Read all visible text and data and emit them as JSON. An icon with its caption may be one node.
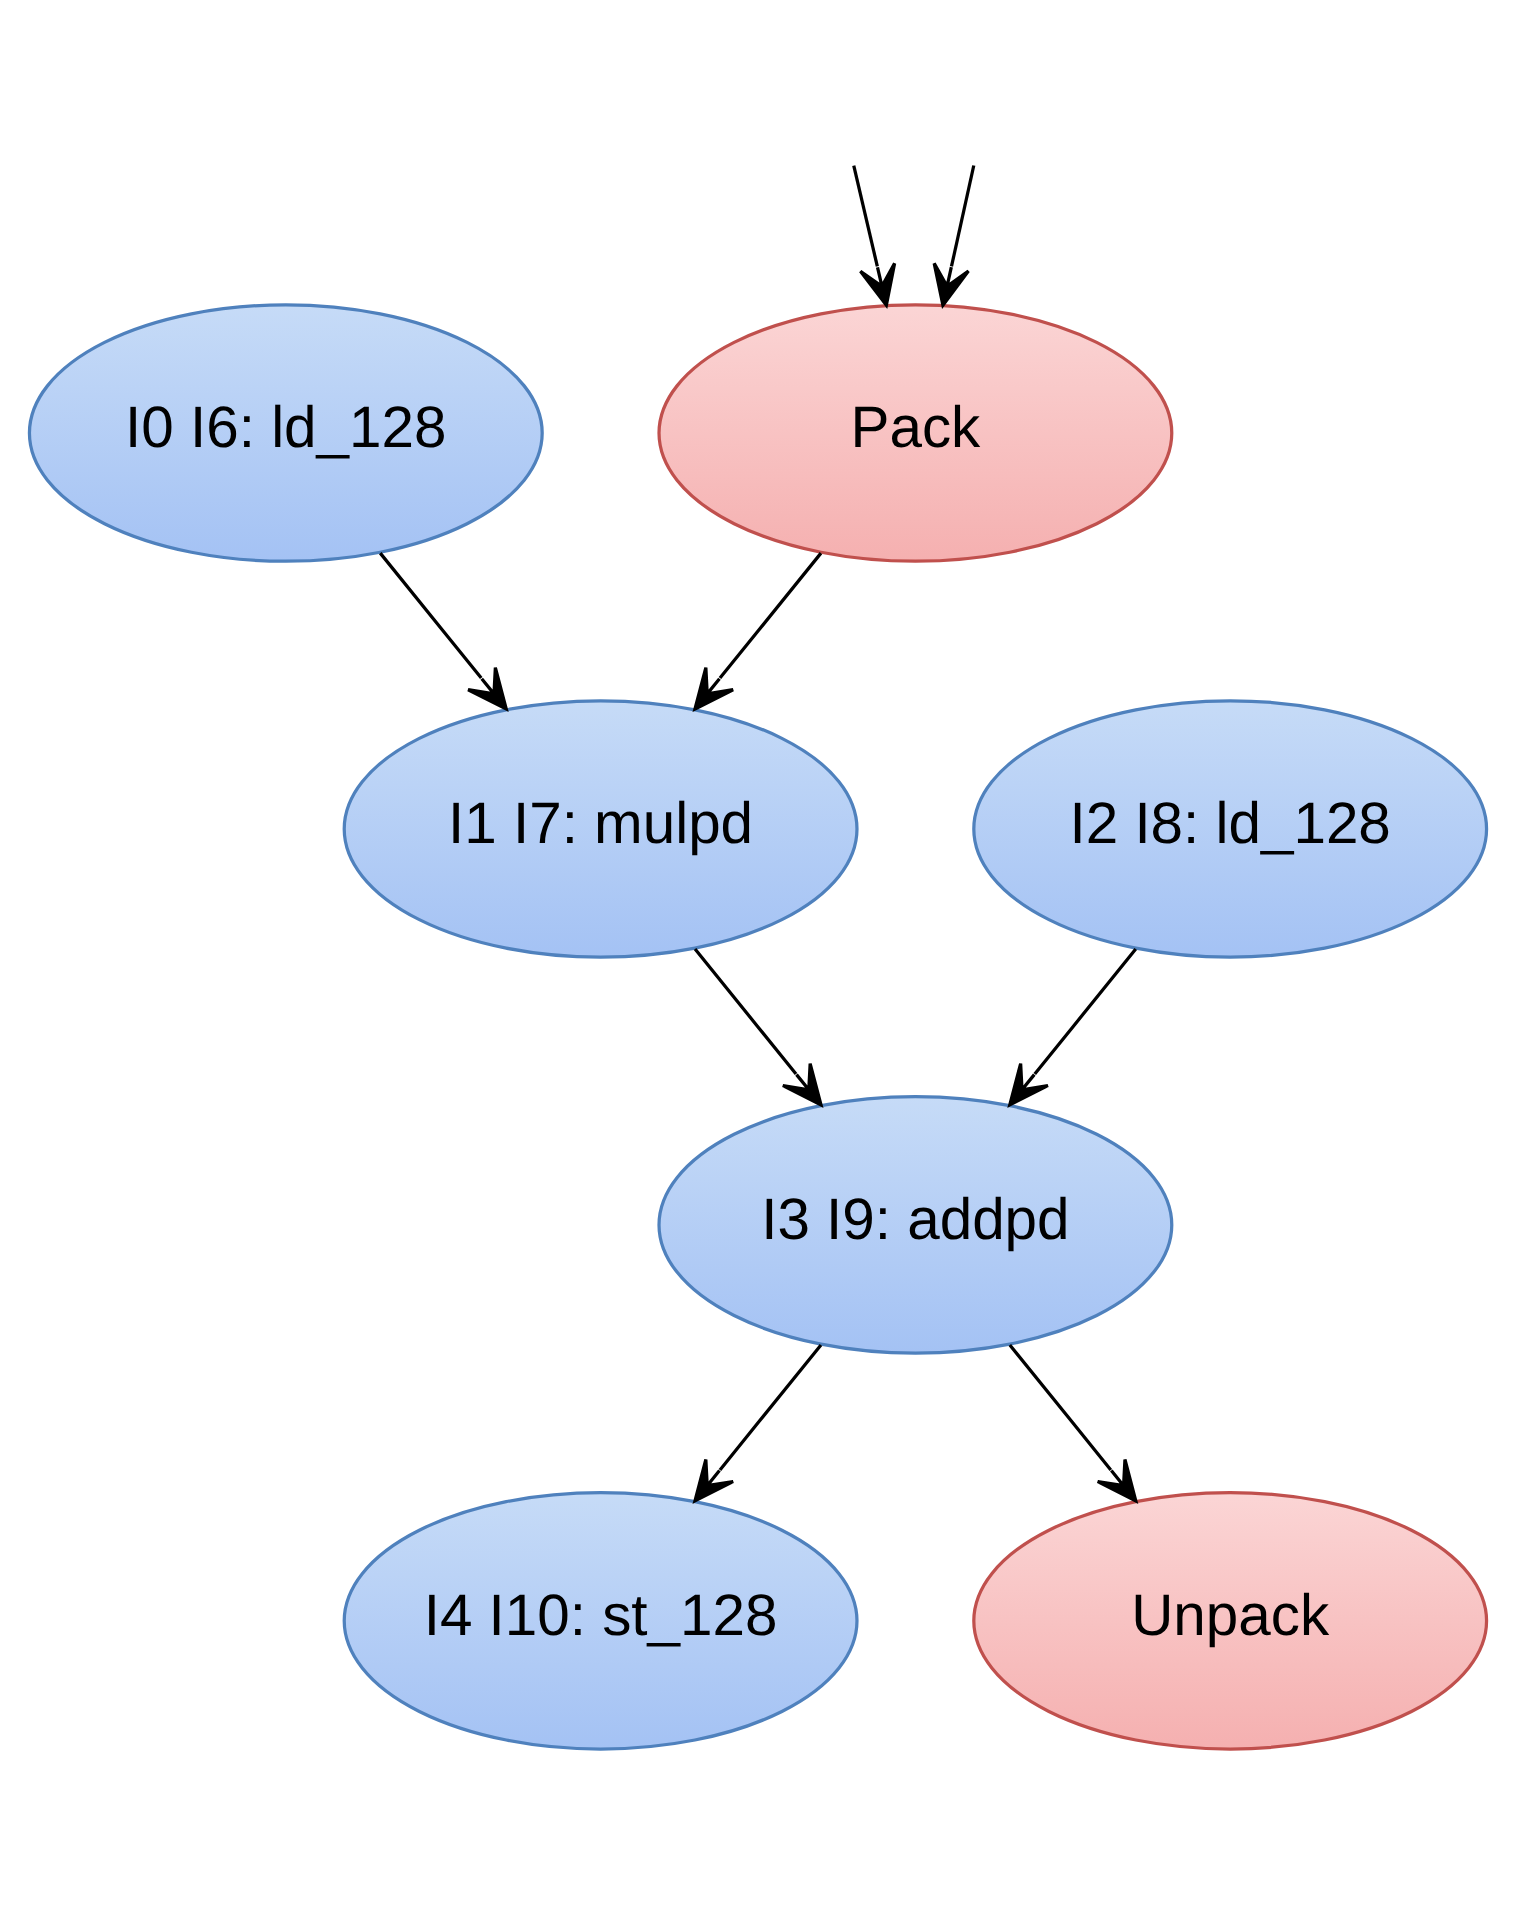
{
  "diagram": {
    "nodes": [
      {
        "text": [
          "I0 I6: ld_128"
        ]
      },
      {
        "text": [
          "Pack"
        ]
      },
      {
        "text": [
          "I1 I7: mulpd"
        ]
      },
      {
        "text": [
          "I2 I8: ld_128"
        ]
      },
      {
        "text": [
          "I3 I9: addpd"
        ]
      },
      {
        "text": [
          "I4 I10: st_128"
        ]
      },
      {
        "text": [
          "Unpack"
        ]
      }
    ],
    "edges": [
      {
        "from": null,
        "to": 1,
        "arrow": "to"
      },
      {
        "from": null,
        "to": 1,
        "arrow": "to"
      },
      {
        "from": 0,
        "to": 2,
        "arrow": "to"
      },
      {
        "from": 1,
        "to": 2,
        "arrow": "to"
      },
      {
        "from": 2,
        "to": 4,
        "arrow": "to"
      },
      {
        "from": 3,
        "to": 4,
        "arrow": "to"
      },
      {
        "from": 4,
        "to": 5,
        "arrow": "to"
      },
      {
        "from": 4,
        "to": 6,
        "arrow": "to"
      }
    ]
  }
}
